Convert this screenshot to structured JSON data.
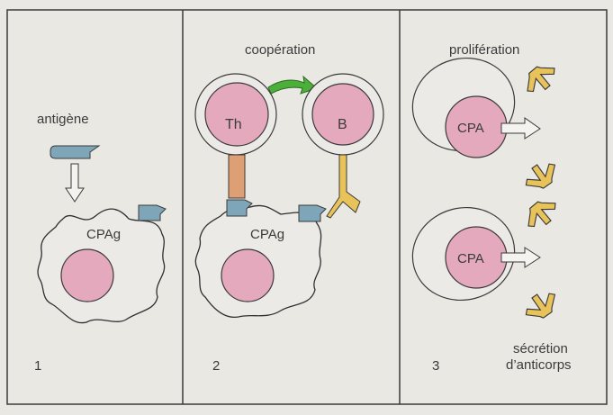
{
  "panels": [
    {
      "number": "1",
      "labels": {
        "antigen": "antigène",
        "cell": "CPAg"
      }
    },
    {
      "number": "2",
      "title": "coopération",
      "labels": {
        "th_cell": "Th",
        "b_cell": "B",
        "cell": "CPAg"
      }
    },
    {
      "number": "3",
      "title": "prolifération",
      "labels": {
        "cell_top": "CPA",
        "cell_bottom": "CPA",
        "caption_line1": "sécrétion",
        "caption_line2": "d’anticorps"
      }
    }
  ],
  "colors": {
    "background": "#e9e8e3",
    "frame": "#3a3a3a",
    "nucleus": "#e4a9bd",
    "antigen": "#7fa6b8",
    "antibody": "#e8c35a",
    "tcr": "#df9f74",
    "arrow_green": "#4caf3a"
  },
  "icons": {
    "antigen": "antigen-shape",
    "antibody": "y-antibody",
    "arrow_down": "hollow-arrow-down",
    "arrow_right": "hollow-arrow-right",
    "arrow_curved": "curved-green-arrow"
  }
}
